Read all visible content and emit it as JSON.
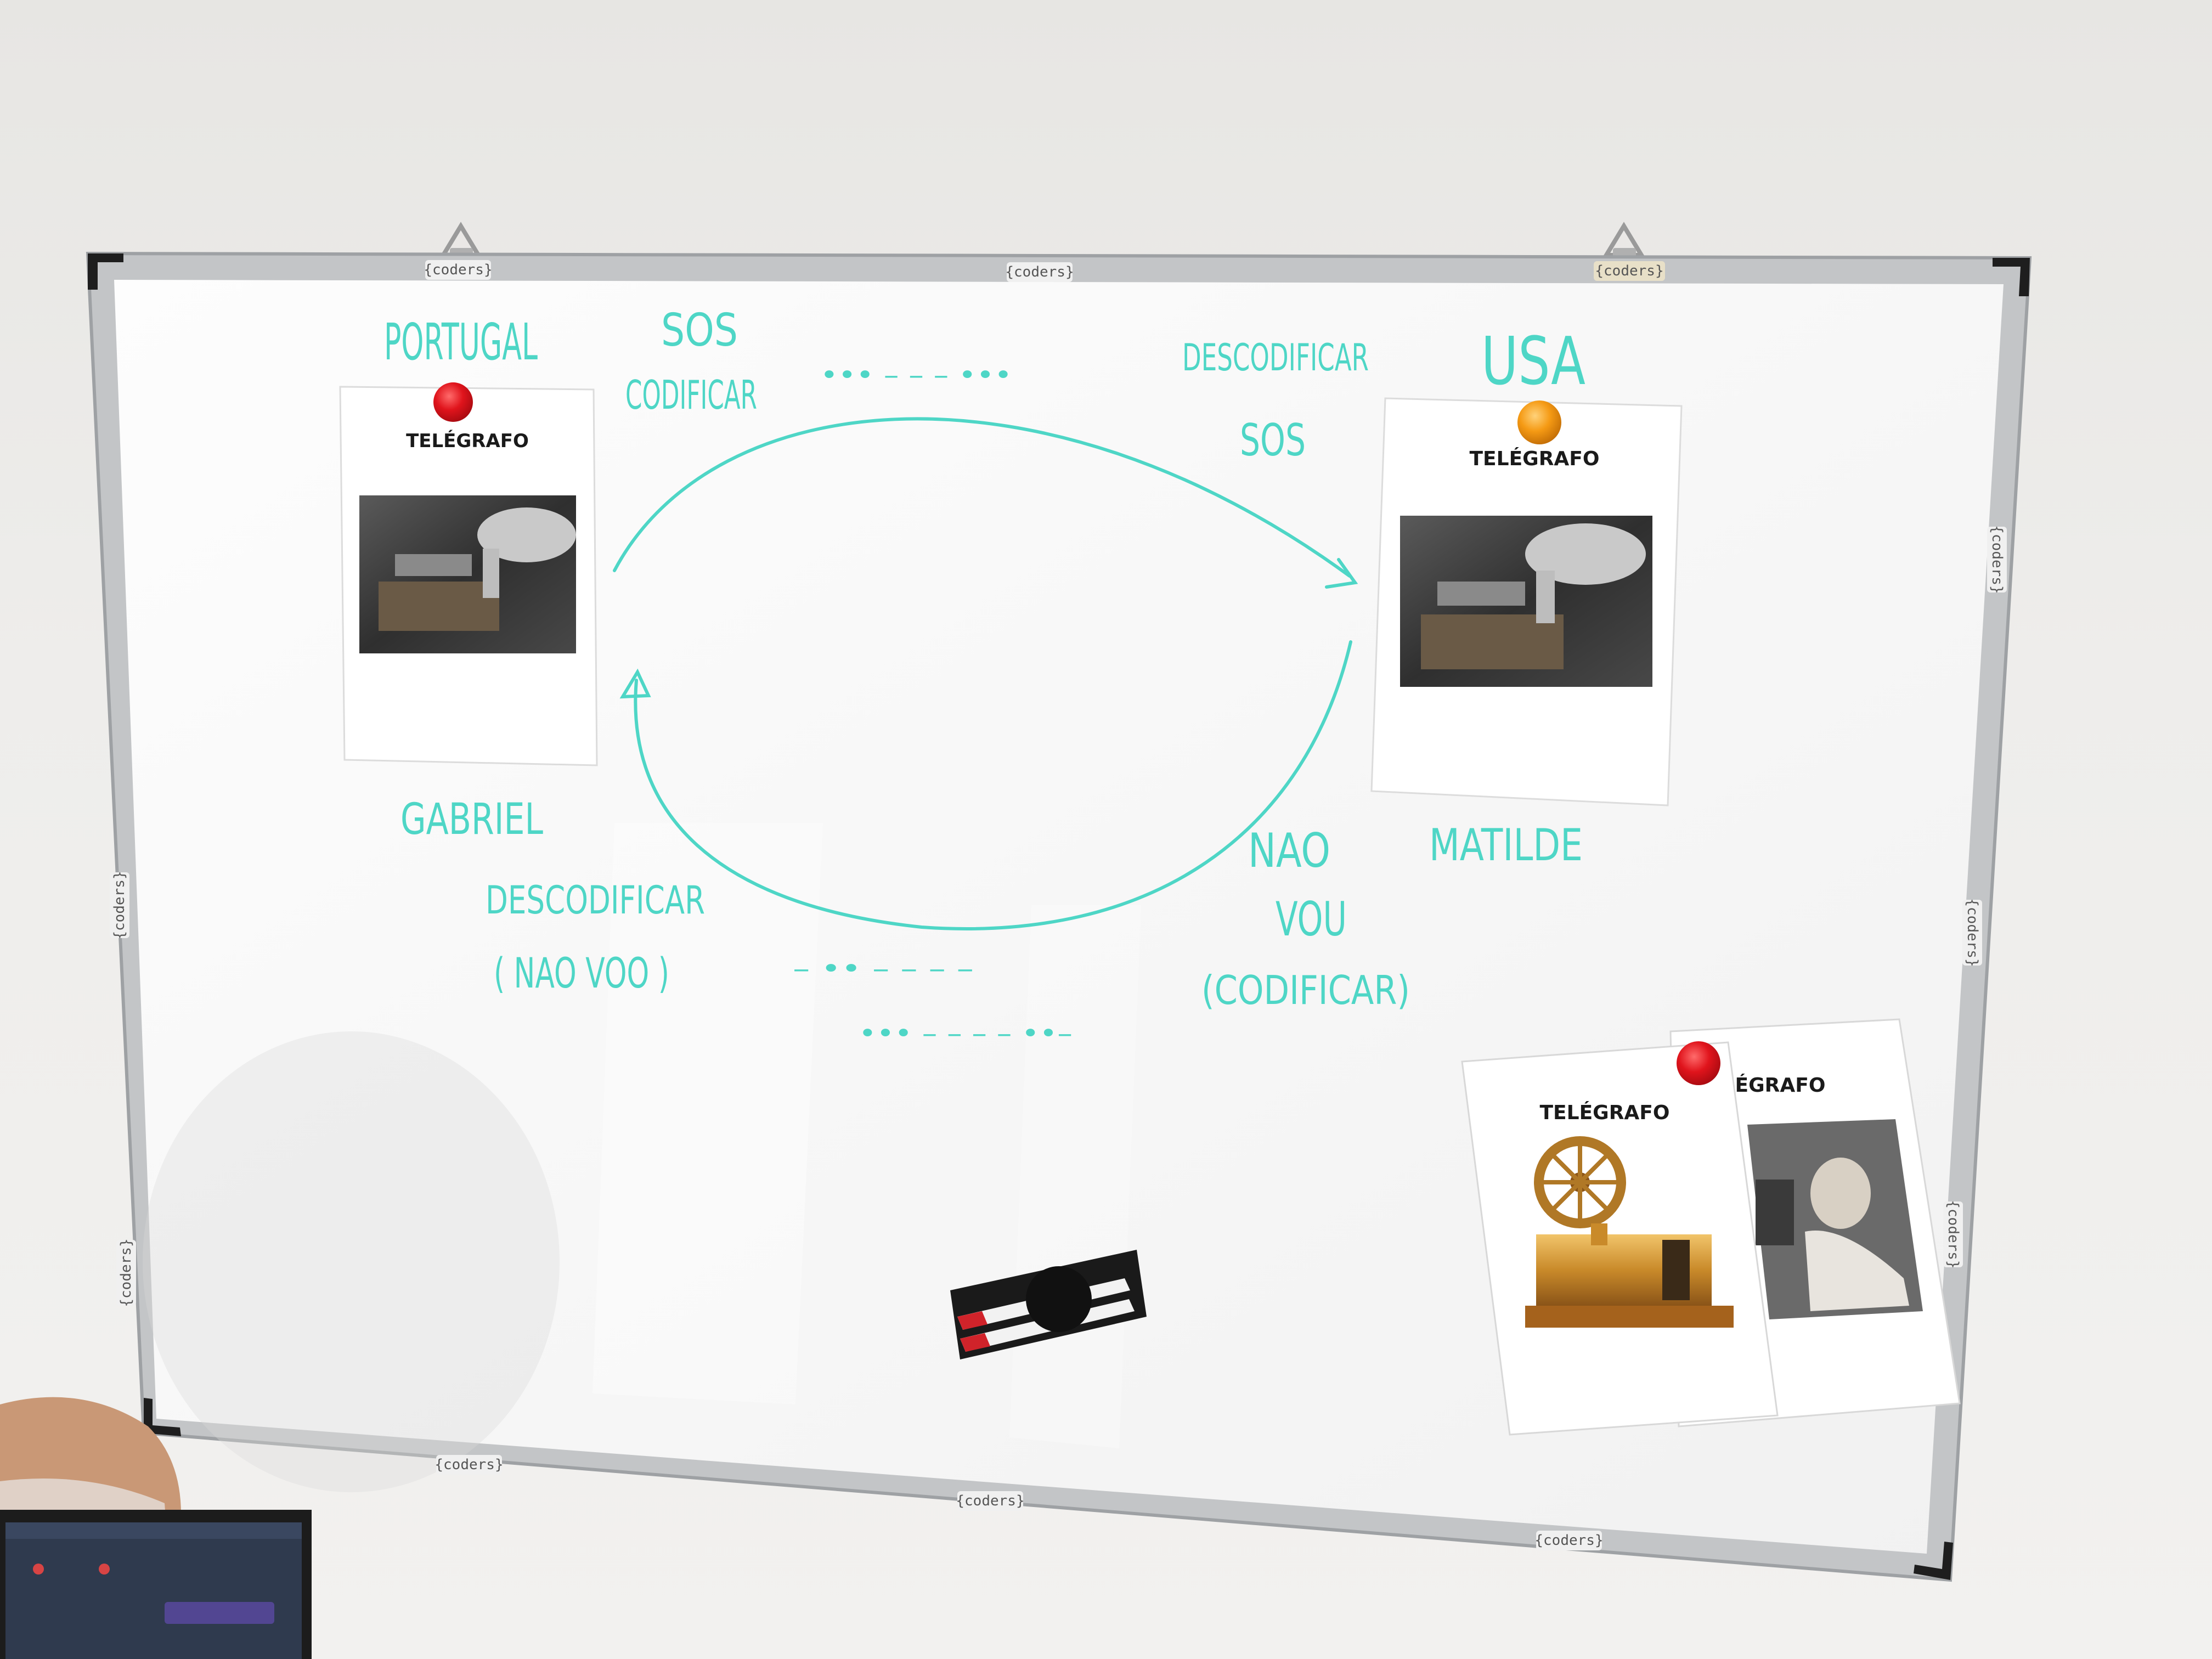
{
  "brand_label": "{coders}",
  "labels": {
    "portugal": "PORTUGAL",
    "usa": "USA",
    "sos_top": "SOS",
    "codificar": "CODIFICAR",
    "descodificar_top": "DESCODIFICAR",
    "sos_right": "SOS",
    "gabriel": "GABRIEL",
    "descodificar_bottom": "DESCODIFICAR",
    "nao_vou_paren": "( NAO VOO )",
    "nao": "NAO",
    "vou": "VOU",
    "codificar_paren": "(CODIFICAR)",
    "matilde": "MATILDE",
    "morse_top": "••• – – – •••",
    "morse_bottom_1": "– •• – – – –",
    "morse_bottom_2": "••• – – – – ••–"
  },
  "posters": {
    "left_title": "TELÉGRAFO",
    "right_title": "TELÉGRAFO",
    "bottom_front_title": "TELÉGRAFO",
    "bottom_back_title": "ÉGRAFO"
  },
  "colors": {
    "marker": "#4ed6c6",
    "magnet_red": "#e0141c",
    "magnet_orange": "#f59a14",
    "frame": "#bfc1c3",
    "board": "#fbfbfb"
  }
}
